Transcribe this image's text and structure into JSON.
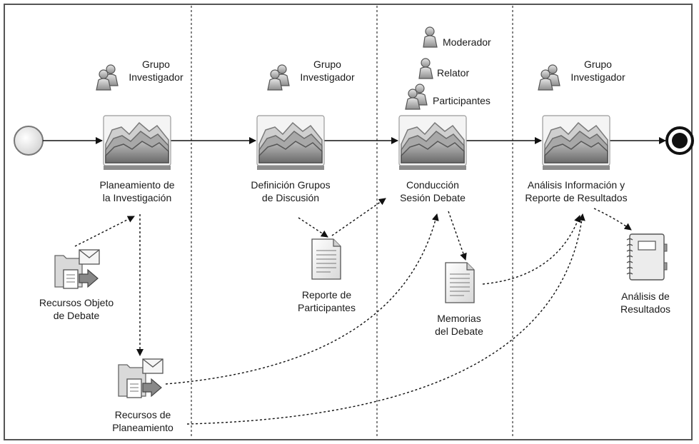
{
  "lanes": [
    {
      "group": [
        "Grupo",
        "Investigador"
      ]
    },
    {
      "group": [
        "Grupo",
        "Investigador"
      ]
    },
    {
      "roles": [
        "Moderador",
        "Relator",
        "Participantes"
      ]
    },
    {
      "group": [
        "Grupo",
        "Investigador"
      ]
    }
  ],
  "tasks": [
    {
      "label": [
        "Planeamiento de",
        "la Investigación"
      ]
    },
    {
      "label": [
        "Definición Grupos",
        "de Discusión"
      ]
    },
    {
      "label": [
        "Conducción",
        "Sesión Debate"
      ]
    },
    {
      "label": [
        "Análisis Información y",
        "Reporte de Resultados"
      ]
    }
  ],
  "artifacts": {
    "recursos_objeto": [
      "Recursos Objeto",
      "de Debate"
    ],
    "recursos_planeamiento": [
      "Recursos de",
      "Planeamiento"
    ],
    "reporte_participantes": [
      "Reporte de",
      "Participantes"
    ],
    "memorias": [
      "Memorias",
      "del Debate"
    ],
    "analisis_resultados": [
      "Análisis de",
      "Resultados"
    ]
  }
}
